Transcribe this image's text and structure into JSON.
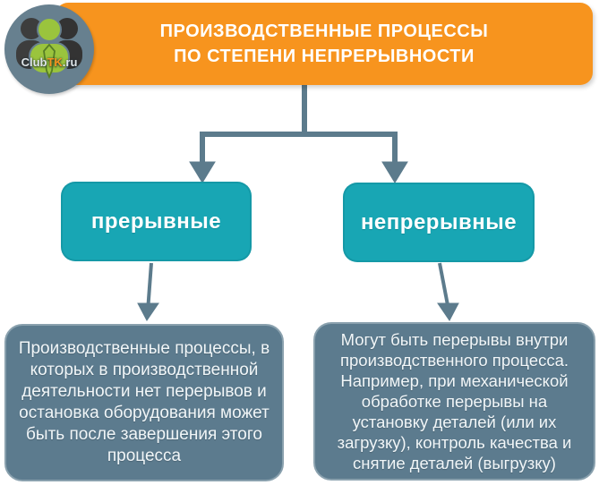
{
  "logo": {
    "brand_club": "Club",
    "brand_tk": "TK",
    "brand_ru": ".ru"
  },
  "header": {
    "title": "ПРОИЗВОДСТВЕННЫЕ ПРОЦЕССЫ\nПО СТЕПЕНИ НЕПРЕРЫВНОСТИ"
  },
  "branches": [
    {
      "label": "прерывные",
      "description": "Производственные процессы, в\nкоторых в производственной\nдеятельности нет перерывов и\nостановка оборудования может\nбыть после завершения этого\nпроцесса"
    },
    {
      "label": "непрерывные",
      "description": "Могут быть перерывы внутри\nпроизводственного процесса.\nНапример, при механической\nобработке перерывы на\nустановку деталей (или их\nзагрузку), контроль качества и\nснятие деталей (выгрузку)"
    }
  ],
  "colors": {
    "header_bg": "#F7941E",
    "branch_bg": "#18A6B4",
    "description_bg": "#5C7B8E",
    "description_border": "#8AA1AE",
    "connector": "#5C7B8C",
    "logo_circle": "#67808F",
    "logo_person_green": "#9AC43D",
    "logo_person_dark": "#3D3D3D",
    "logo_tk_accent": "#F7941D",
    "text": "#FFFFFF"
  }
}
